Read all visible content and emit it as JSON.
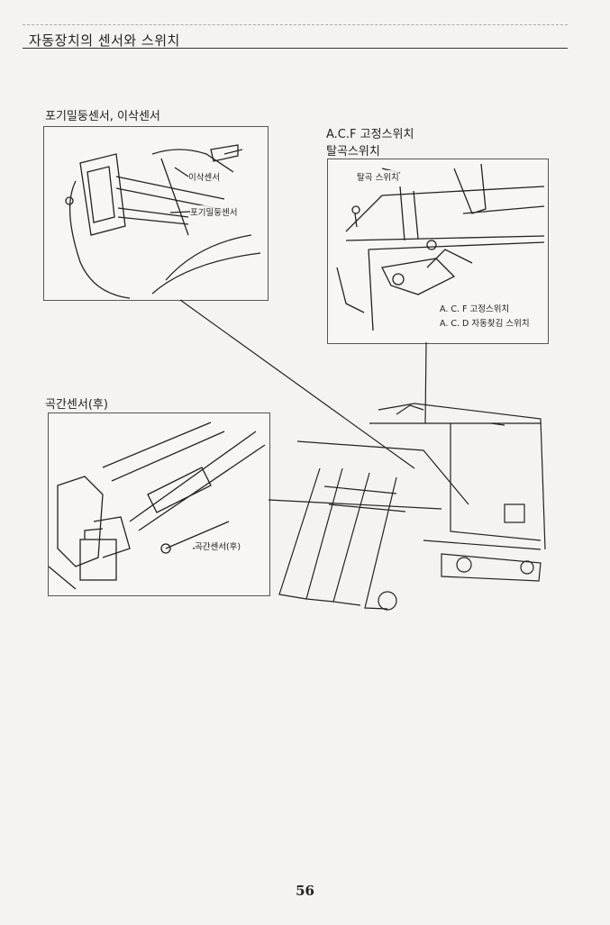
{
  "header": {
    "title": "자동장치의 센서와 스위치"
  },
  "captions": {
    "top_left": "포기밀둥센서, 이삭센서",
    "top_right_line1": "A.C.F 고정스위치",
    "top_right_line2": "탈곡스위치",
    "bottom_left": "곡간센서(후)"
  },
  "panel_labels": {
    "top_left": [
      "이삭센서",
      "포기밀둥센서"
    ],
    "top_right": [
      "탈곡 스위치",
      "A. C. F 고정스위치",
      "A. C. D 자동찾김 스위치"
    ],
    "bottom_left": [
      "곡간센서(후)"
    ]
  },
  "page": {
    "number": "56"
  }
}
